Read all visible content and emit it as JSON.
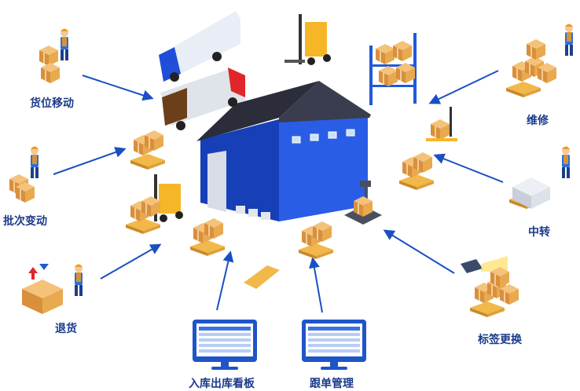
{
  "labels": {
    "move": "货位移动",
    "batch": "批次变动",
    "return": "退货",
    "repair": "维修",
    "transit": "中转",
    "tag": "标签更换",
    "board": "入库出库看板",
    "order": "跟单管理"
  },
  "colors": {
    "warehouse_blue": "#1f4fd8",
    "roof": "#2b2d3a",
    "arrow": "#1a4fc4",
    "box": "#e8a94f",
    "pallet": "#f2b84a",
    "monitor": "#1e55c8",
    "worker_shirt": "#2e6fd6",
    "helmet": "#f19a1f"
  },
  "icons": {
    "warehouse": "warehouse-icon",
    "truck": "truck-icon",
    "forklift": "forklift-icon",
    "shelf": "shelf-icon",
    "pallet-jack": "pallet-jack-icon",
    "scale": "scale-icon",
    "scanner": "barcode-scanner-icon",
    "monitor": "monitor-icon",
    "worker": "worker-icon"
  }
}
